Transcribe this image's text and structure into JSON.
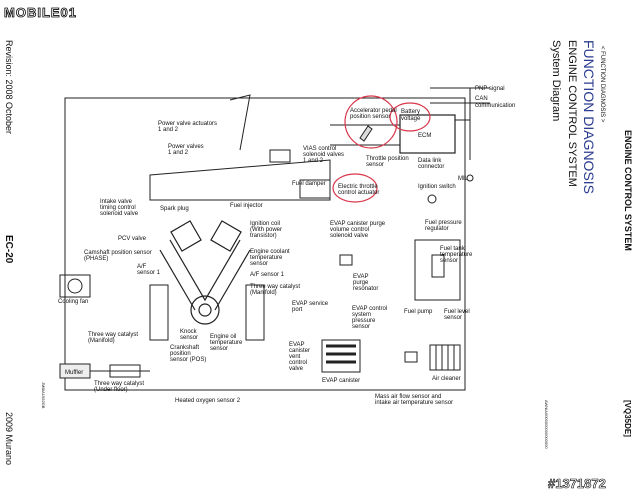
{
  "brand": {
    "logo_text": "MOBILE01"
  },
  "watermark": {
    "post_id": "#1371872"
  },
  "page": {
    "section_tag": "< FUNCTION DIAGNOSIS >",
    "title_main": "FUNCTION DIAGNOSIS",
    "title_sub": "ENGINE CONTROL SYSTEM",
    "title_sub2": "System Diagram",
    "header_right": "ENGINE CONTROL SYSTEM",
    "model_code": "[VQ35DE]",
    "page_number": "EC-20",
    "revision": "Revision: 2008 October",
    "model_year": "2009 Murano",
    "fig_code_left": "JMBIA1952GB",
    "fig_code_right": "AWNIA0000000000000000"
  },
  "labels": {
    "pnp_signal": "PNP signal",
    "can_comm_1": "CAN",
    "can_comm_2": "communication",
    "ecm": "ECM",
    "battery_1": "Battery",
    "battery_2": "voltage",
    "accel_1": "Accelerator pedal",
    "accel_2": "position sensor",
    "power_valve_act_1": "Power valve actuators",
    "power_valve_act_2": "1 and 2",
    "power_valves_1": "Power valves",
    "power_valves_2": "1 and 2",
    "vias_1": "VIAS control",
    "vias_2": "solenoid valves",
    "vias_3": "1 and 2",
    "throttle_pos_1": "Throttle position",
    "throttle_pos_2": "sensor",
    "dlc_1": "Data link",
    "dlc_2": "connector",
    "mil": "MIL",
    "etc_1": "Electric throttle",
    "etc_2": "control actuator",
    "ign_switch": "Ignition switch",
    "fuel_damper": "Fuel damper",
    "ivt_1": "Intake valve",
    "ivt_2": "timing control",
    "ivt_3": "solenoid valve",
    "spark_plug": "Spark plug",
    "fuel_injector": "Fuel injector",
    "pcv": "PCV valve",
    "cam_1": "Camshaft position sensor",
    "cam_2": "(PHASE)",
    "cooling_fan": "Cooling fan",
    "af1_left_1": "A/F",
    "af1_left_2": "sensor 1",
    "twc_manifold_left_1": "Three way catalyst",
    "twc_manifold_left_2": "(Manifold)",
    "knock_1": "Knock",
    "knock_2": "sensor",
    "crank_1": "Crankshaft",
    "crank_2": "position",
    "crank_3": "sensor (POS)",
    "muffler": "Muffler",
    "twc_underfloor_1": "Three way catalyst",
    "twc_underfloor_2": "(Under floor)",
    "ho2s2": "Heated oxygen sensor 2",
    "ign_coil_1": "Ignition coil",
    "ign_coil_2": "(With power",
    "ign_coil_3": "transistor)",
    "ect_1": "Engine coolant",
    "ect_2": "temperature",
    "ect_3": "sensor",
    "af1_right": "A/F sensor 1",
    "twc_manifold_right_1": "Three way catalyst",
    "twc_manifold_right_2": "(Manifold)",
    "evap_purge_1": "EVAP canister purge",
    "evap_purge_2": "volume control",
    "evap_purge_3": "solenoid valve",
    "evap_port_1": "EVAP service",
    "evap_port_2": "port",
    "evap_res_1": "EVAP",
    "evap_res_2": "purge",
    "evap_res_3": "resonator",
    "evap_press_1": "EVAP control",
    "evap_press_2": "system",
    "evap_press_3": "pressure",
    "evap_press_4": "sensor",
    "oil_temp_1": "Engine oil",
    "oil_temp_2": "temperature",
    "oil_temp_3": "sensor",
    "evap_vent_1": "EVAP",
    "evap_vent_2": "canister",
    "evap_vent_3": "vent",
    "evap_vent_4": "control",
    "evap_vent_5": "valve",
    "evap_canister": "EVAP canister",
    "fuel_press_reg_1": "Fuel pressure",
    "fuel_press_reg_2": "regulator",
    "fuel_tank_temp_1": "Fuel tank",
    "fuel_tank_temp_2": "temperature",
    "fuel_tank_temp_3": "sensor",
    "fuel_pump": "Fuel pump",
    "fuel_level_1": "Fuel level",
    "fuel_level_2": "sensor",
    "air_cleaner": "Air cleaner",
    "maf_1": "Mass air flow sensor and",
    "maf_2": "intake air temperature sensor"
  },
  "colors": {
    "line": "#222222",
    "highlight_circle": "#d9364a",
    "title_blue": "#2a3b8f"
  }
}
